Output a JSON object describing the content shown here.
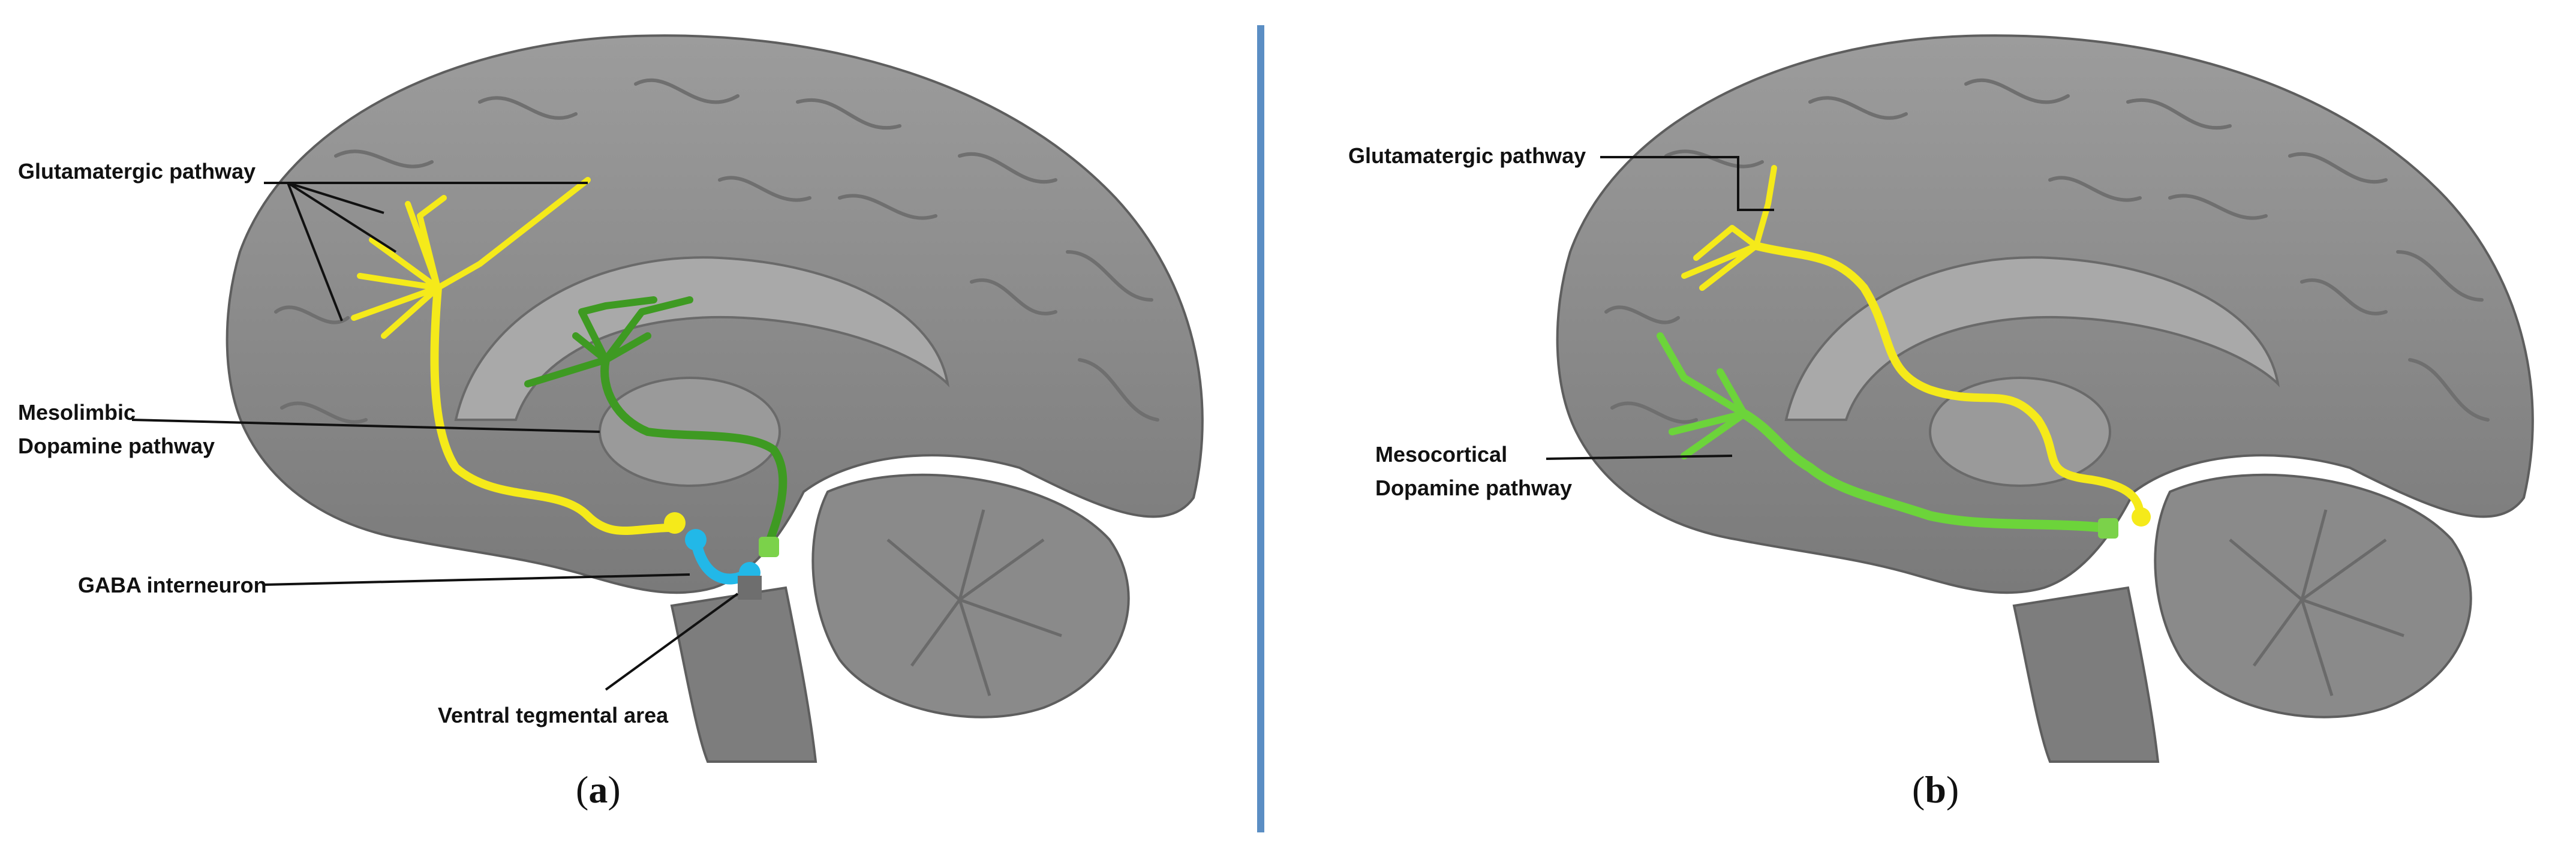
{
  "panel_a": {
    "caption_open": "(",
    "caption_letter": "a",
    "caption_close": ")",
    "labels": {
      "glutamatergic": "Glutamatergic pathway",
      "mesolimbic_line1": "Mesolimbic",
      "mesolimbic_line2": "Dopamine pathway",
      "gaba": "GABA interneuron",
      "vta": "Ventral tegmental area"
    }
  },
  "panel_b": {
    "caption_open": "(",
    "caption_letter": "b",
    "caption_close": ")",
    "labels": {
      "glutamatergic": "Glutamatergic pathway",
      "mesocortical_line1": "Mesocortical",
      "mesocortical_line2": "Dopamine pathway"
    }
  },
  "colors": {
    "brain": "#8c8c8c",
    "brain_shadow": "#5e5e5e",
    "glutamatergic": "#f5ea1a",
    "dopamine_mesolimbic": "#3e9a22",
    "dopamine_mesocortical": "#6cd43a",
    "gaba": "#22b8e8",
    "divider": "#5b8ec4"
  }
}
